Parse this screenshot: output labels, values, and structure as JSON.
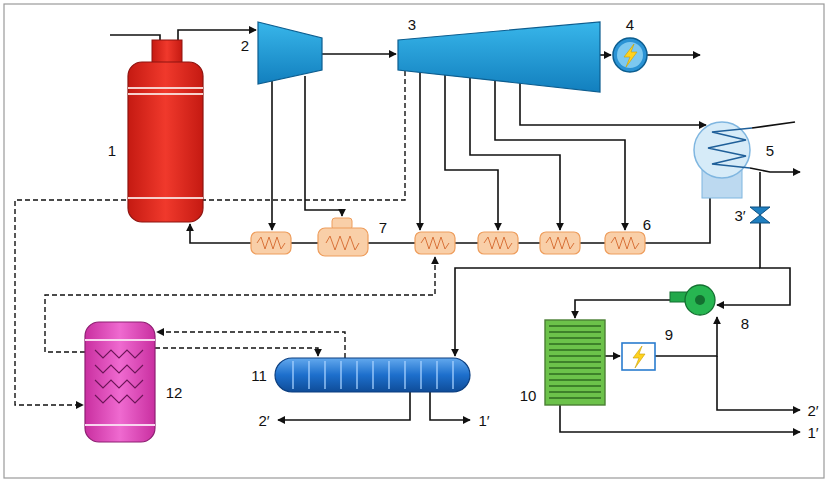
{
  "diagram": {
    "labels": [
      "2",
      "3",
      "4",
      "1",
      "5",
      "7",
      "6",
      "3′",
      "8",
      "12",
      "11",
      "10",
      "9",
      "2′",
      "1′",
      "2′",
      "1′"
    ]
  }
}
